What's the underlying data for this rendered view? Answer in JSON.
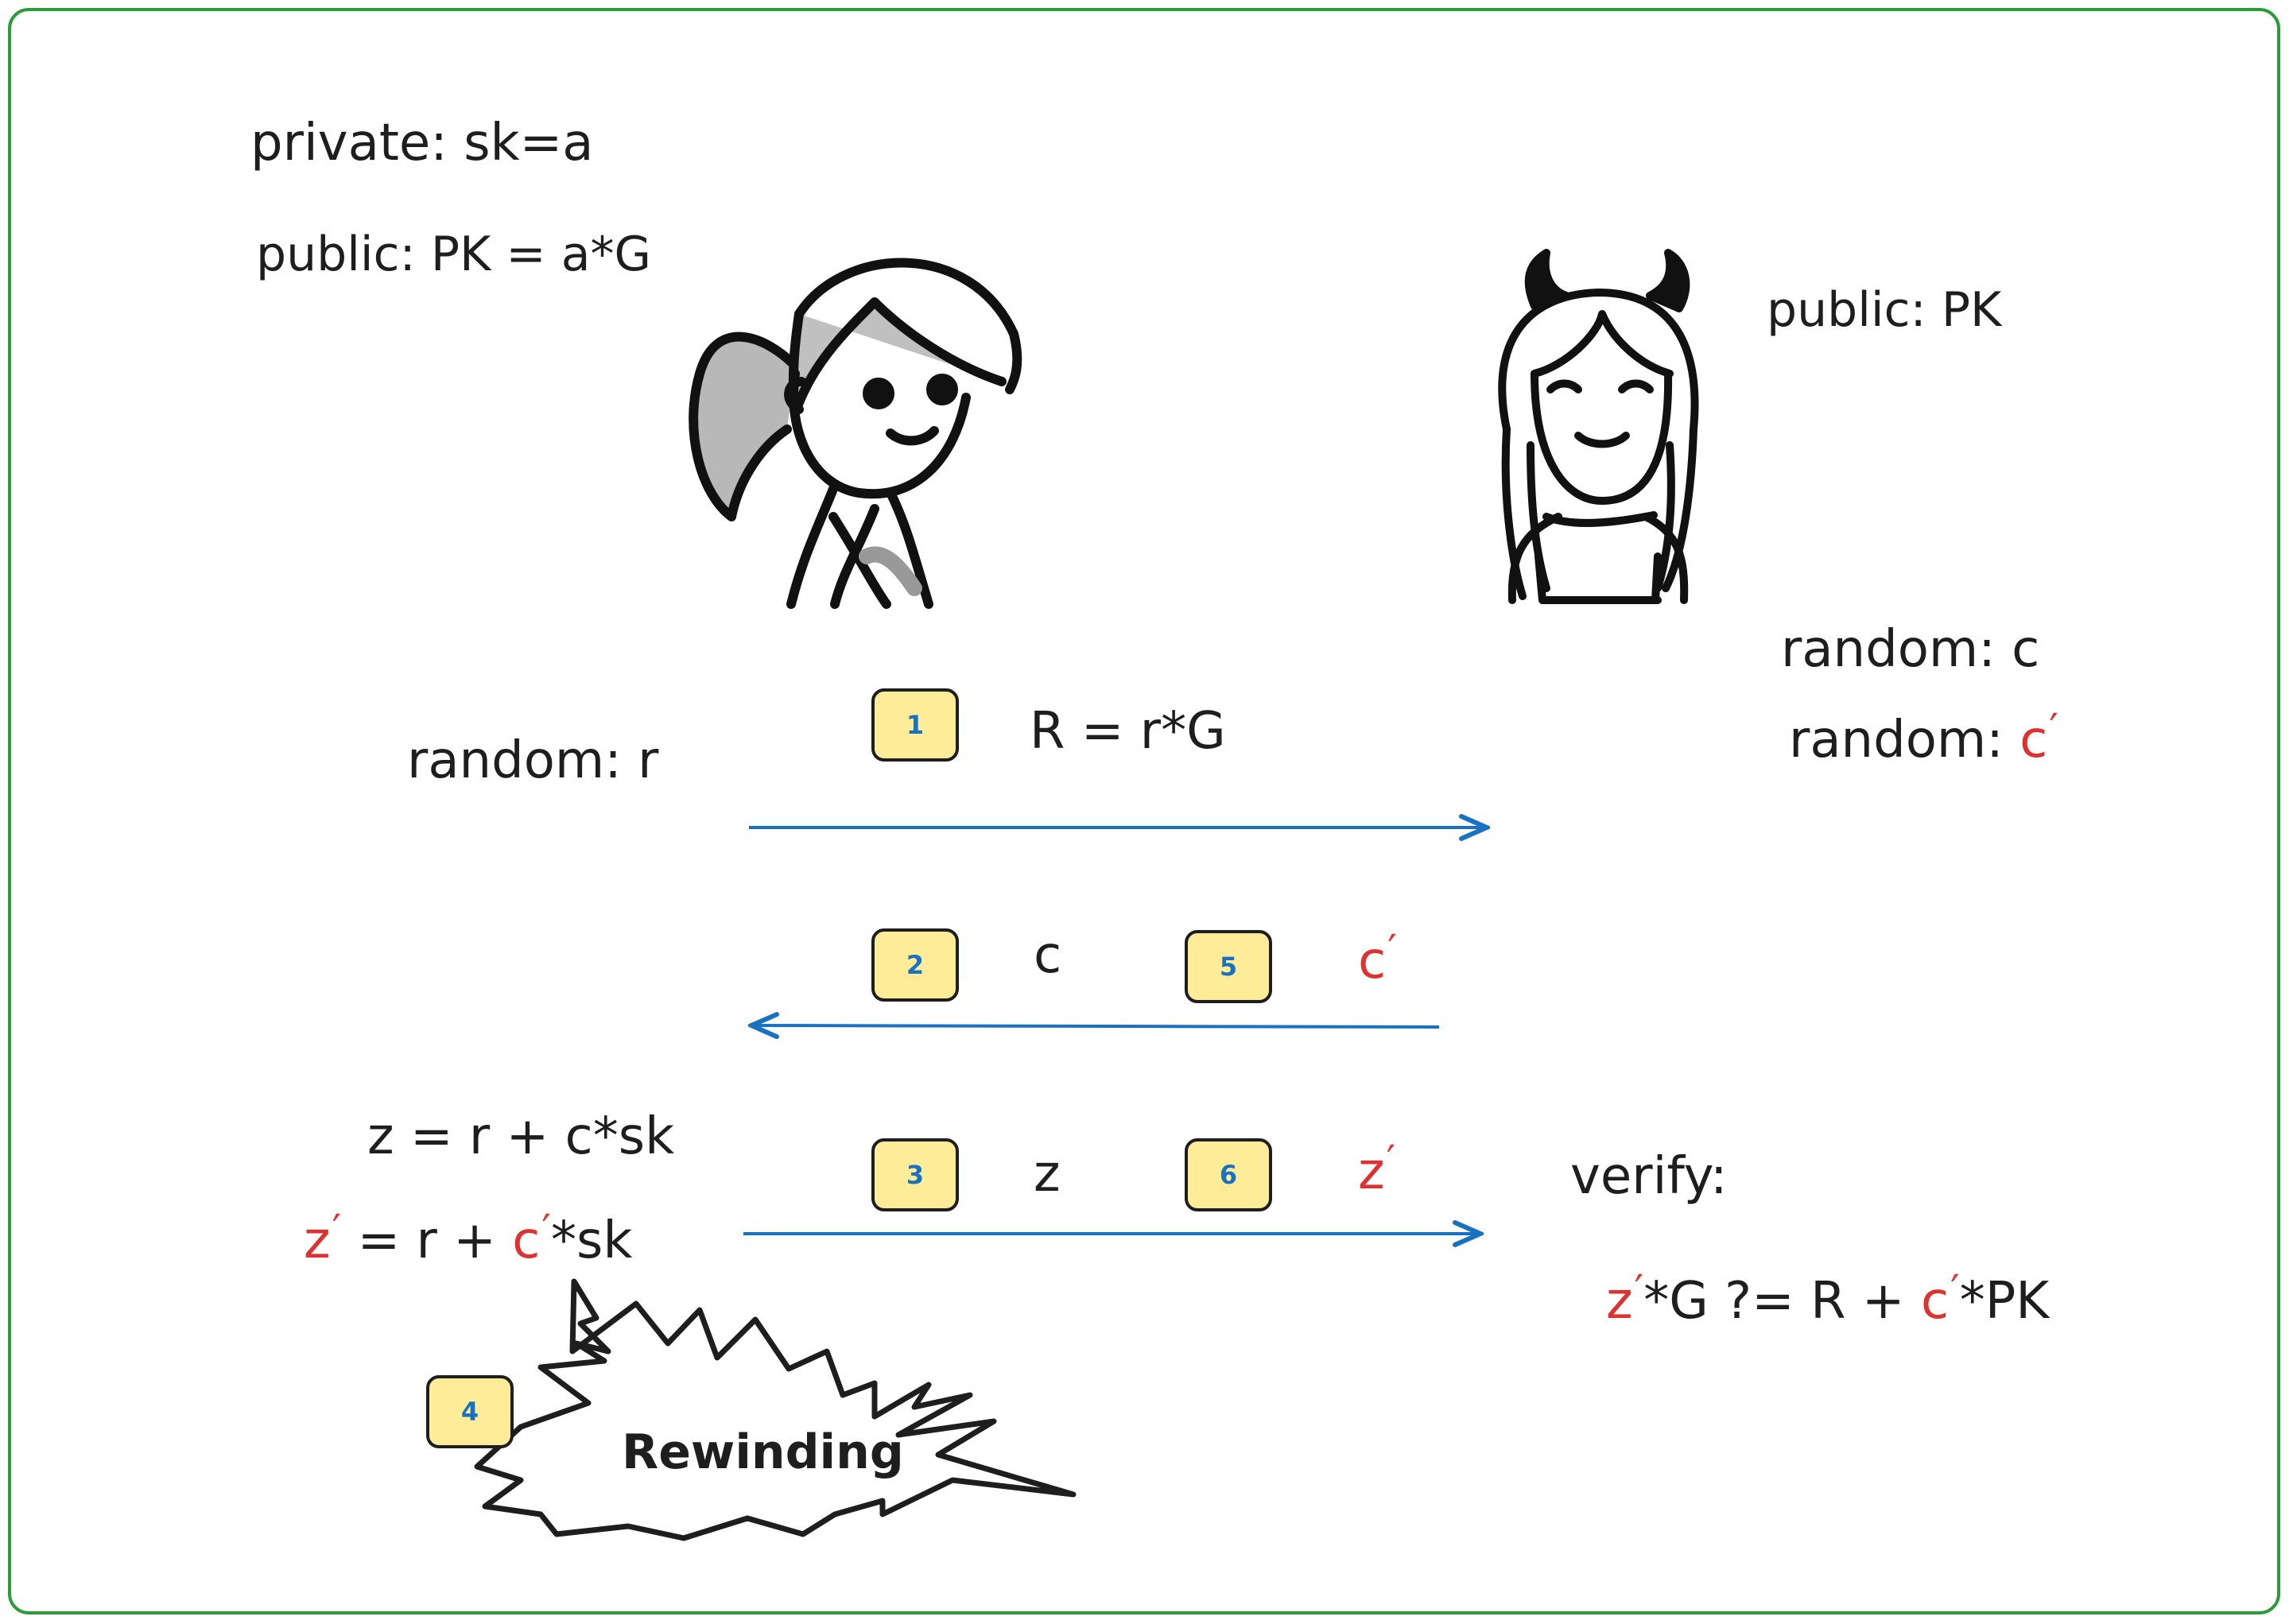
{
  "prover": {
    "private_key": "private: sk=a",
    "public_key": "public: PK = a*G",
    "random": "random: r",
    "z_eq": "z = r + c*sk",
    "z_prime_letter": "z",
    "z_prime_eq_rest": "= r +",
    "z_prime_c": "c",
    "z_prime_tail": "*sk"
  },
  "verifier": {
    "public": "public: PK",
    "random_c": "random: c",
    "random_cprime_label": "random:",
    "random_cprime_c": "c",
    "verify_label": "verify:",
    "verify_z": "z",
    "verify_mid": "*G ?= R +",
    "verify_c": "c",
    "verify_tail": "*PK"
  },
  "steps": [
    {
      "number": "1"
    },
    {
      "number": "2"
    },
    {
      "number": "3"
    },
    {
      "number": "4"
    },
    {
      "number": "5"
    },
    {
      "number": "6"
    }
  ],
  "messages": {
    "commit": "R = r*G",
    "challenge": "c",
    "challenge_prime": "c",
    "response": "z",
    "response_prime": "z",
    "prime_mark": "′"
  },
  "rewinding": {
    "label": "Rewinding"
  },
  "colors": {
    "frame": "#2e9b3a",
    "arrow": "#1971c2",
    "highlight": "#e03131",
    "badge_fill": "#ffec99",
    "badge_text": "#1971c2",
    "ink": "#1e1e1e"
  }
}
